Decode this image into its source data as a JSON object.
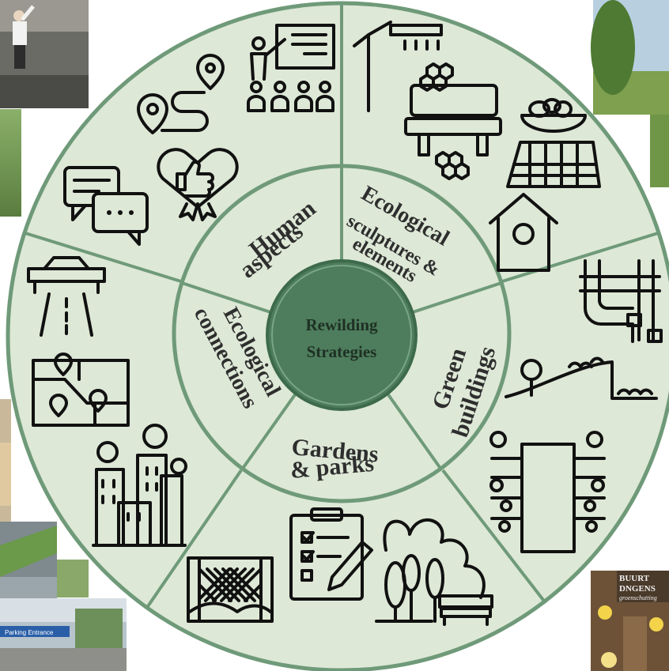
{
  "diagram": {
    "center": {
      "line1": "Rewilding",
      "line2": "Strategies"
    },
    "inner_labels": {
      "human_aspects": [
        "Human",
        "aspects"
      ],
      "ecological_sculptures": [
        "Ecological",
        "sculptures &",
        "elements"
      ],
      "green_buildings": [
        "Green",
        "buildings"
      ],
      "gardens_parks": [
        "Gardens",
        "& parks"
      ],
      "ecological_connections": [
        "Ecological",
        "connections"
      ]
    },
    "colors": {
      "ring_fill": "#dde8d6",
      "ring_border": "#6f9a79",
      "center_fill": "#4d7d5c",
      "center_border": "#3d6a4b",
      "icon_stroke": "#111111"
    },
    "photo_overlay_texts": {
      "parking_sign": "Parking Entrance",
      "shop_sign_1": "BUURT",
      "shop_sign_2": "DNGENS",
      "shop_sign_3": "groenschutting"
    }
  }
}
